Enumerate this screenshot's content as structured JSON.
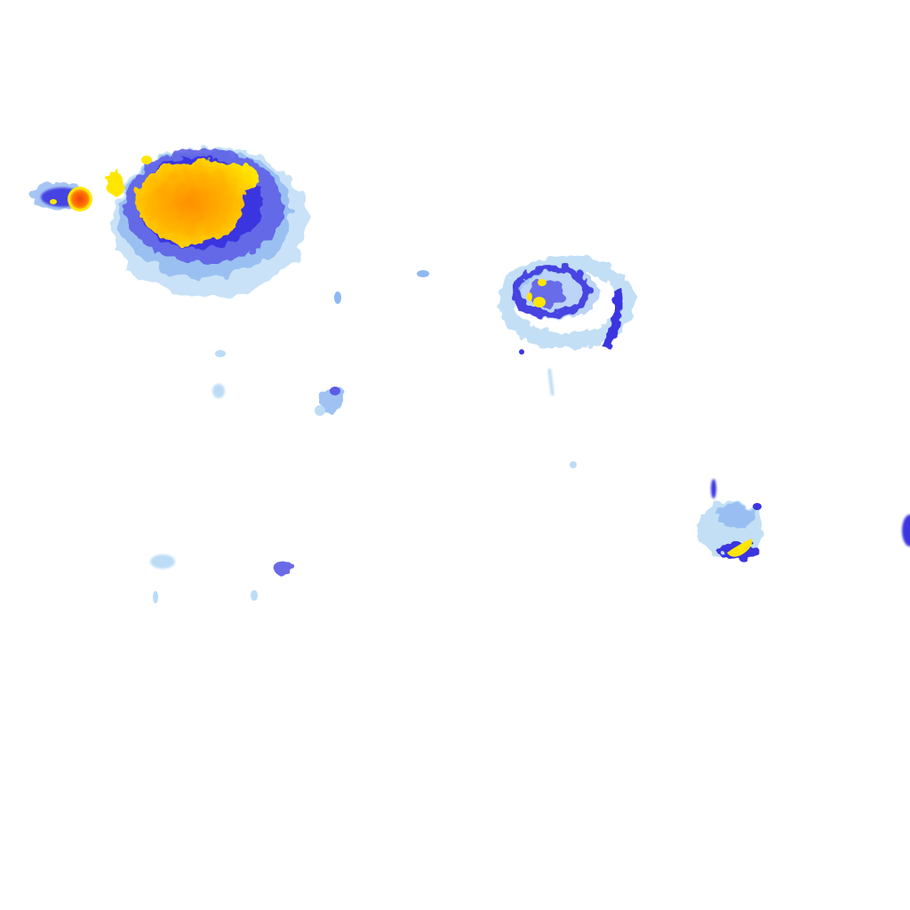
{
  "image": {
    "background": "#ffffff",
    "palette": {
      "faint": "#bcdcf6",
      "light": "#8fb8f2",
      "mid": "#5a5ae6",
      "deep": "#3b36e0",
      "hot_yellow": "#ffe600",
      "hot_orange": "#ffa000",
      "hot_red": "#f05010"
    },
    "blobs": [
      {
        "name": "large-cluster-upper-left",
        "intensity": "high"
      },
      {
        "name": "small-hotspot-far-left",
        "intensity": "very-high"
      },
      {
        "name": "ring-cluster-center-right",
        "intensity": "medium"
      },
      {
        "name": "small-cluster-lower-right",
        "intensity": "medium"
      },
      {
        "name": "edge-fragment-right",
        "intensity": "low"
      },
      {
        "name": "scattered-faint-patches",
        "intensity": "low"
      }
    ]
  }
}
